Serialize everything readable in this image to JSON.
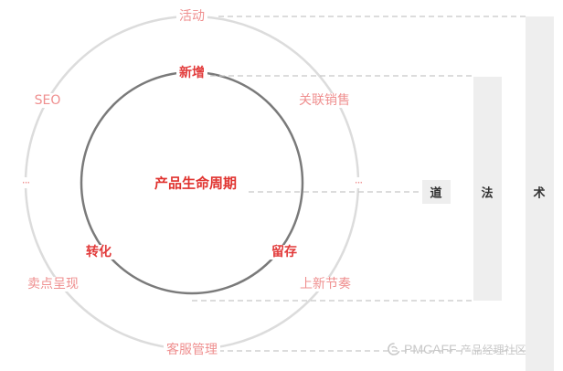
{
  "diagram": {
    "center": "产品生命周期",
    "inner_ring": {
      "top": "新增",
      "right": "留存",
      "left": "转化"
    },
    "outer_ring": {
      "top": "活动",
      "upper_left": "SEO",
      "upper_right": "关联销售",
      "left": "···",
      "right": "···",
      "lower_left": "卖点呈现",
      "lower_right": "上新节奏",
      "bottom": "客服管理"
    },
    "levels": {
      "dao": "道",
      "fa": "法",
      "shu": "术"
    },
    "colors": {
      "inner_text": "#e23b3b",
      "outer_text": "#ef8f8f",
      "inner_ring": "#7a7a7a",
      "outer_ring": "#dcdcdc",
      "bar_fill": "#eeeeee",
      "connector": "#c8c8c8"
    }
  },
  "watermark": {
    "brand": "PMCAFF",
    "tagline": "产品经理社区"
  }
}
